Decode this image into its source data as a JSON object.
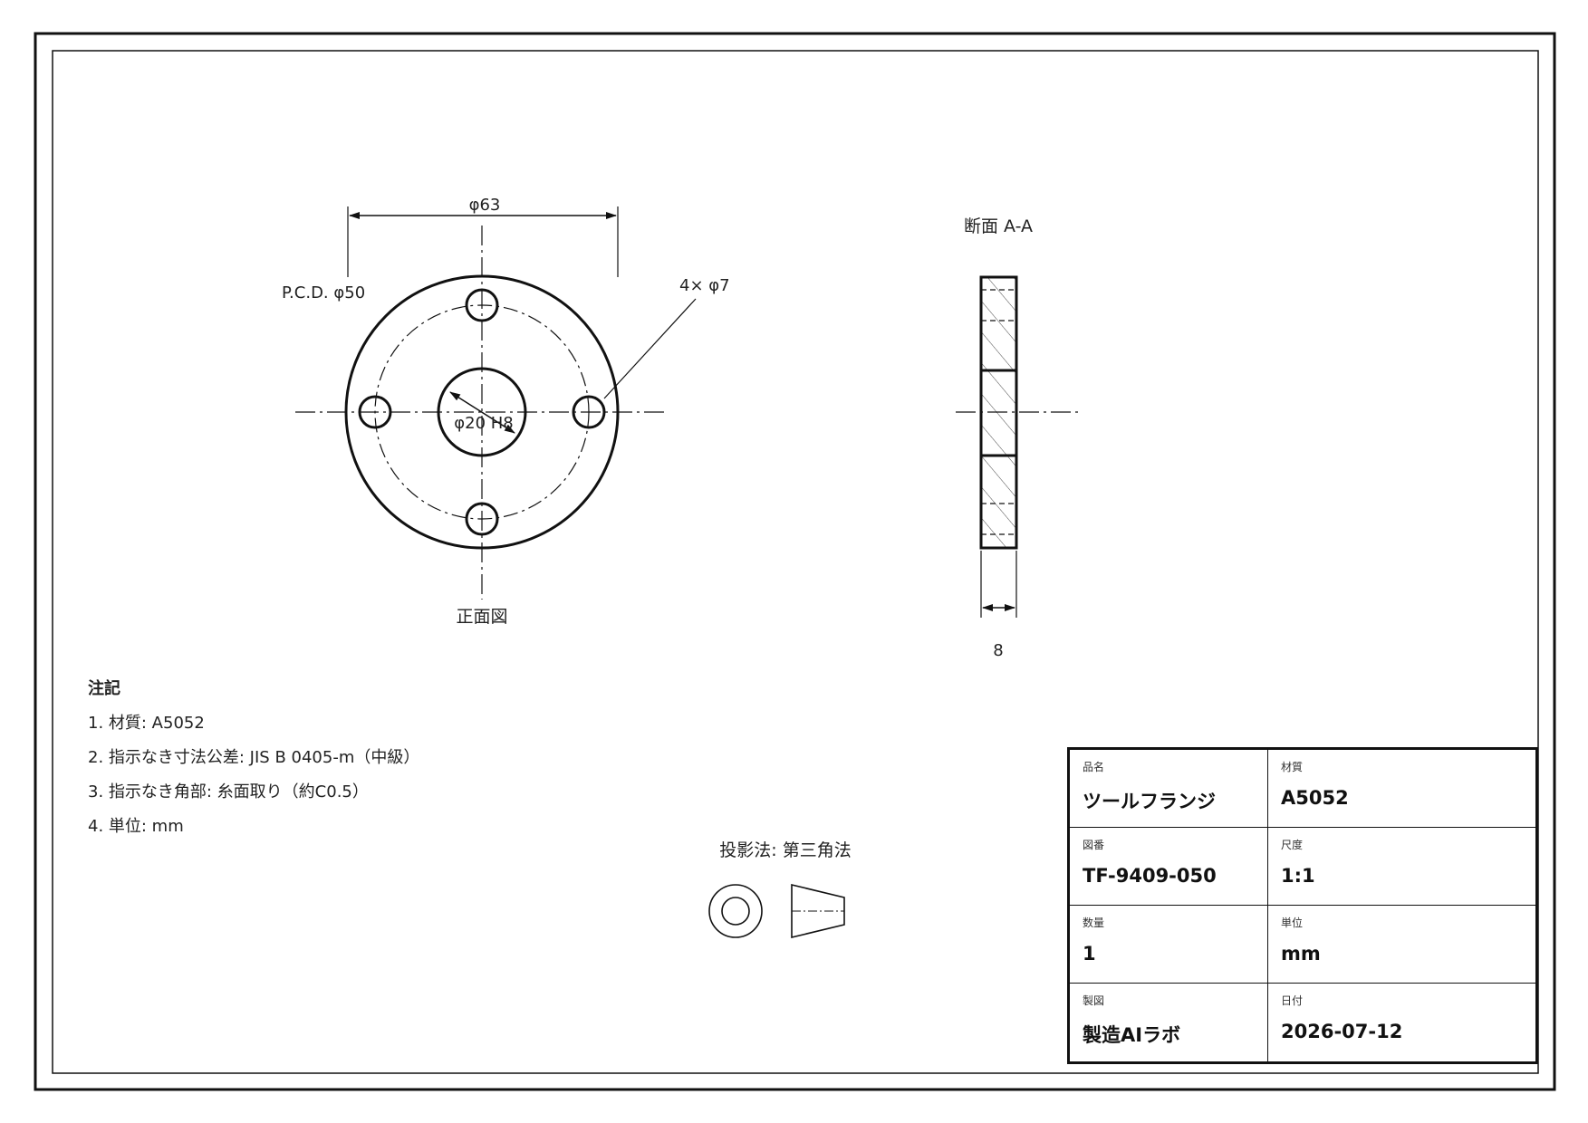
{
  "front_view": {
    "dim_outer": "φ63",
    "dim_pcd": "P.C.D. φ50",
    "dim_holes": "4× φ7",
    "dim_bore": "φ20 H8",
    "caption": "正面図"
  },
  "section_view": {
    "title": "断面 A-A",
    "dim_thickness": "8"
  },
  "notes": {
    "title": "注記",
    "items": [
      "1. 材質: A5052",
      "2. 指示なき寸法公差: JIS B 0405-m（中級）",
      "3. 指示なき角部: 糸面取り（約C0.5）",
      "4. 単位: mm"
    ]
  },
  "projection": {
    "label": "投影法: 第三角法"
  },
  "title_block": {
    "rows": [
      [
        {
          "key": "品名",
          "value": "ツールフランジ"
        },
        {
          "key": "材質",
          "value": "A5052"
        }
      ],
      [
        {
          "key": "図番",
          "value": "TF-9409-050"
        },
        {
          "key": "尺度",
          "value": "1:1"
        }
      ],
      [
        {
          "key": "数量",
          "value": "1"
        },
        {
          "key": "単位",
          "value": "mm"
        }
      ],
      [
        {
          "key": "製図",
          "value": "製造AIラボ"
        },
        {
          "key": "日付",
          "value": "2026-07-12"
        }
      ]
    ]
  }
}
